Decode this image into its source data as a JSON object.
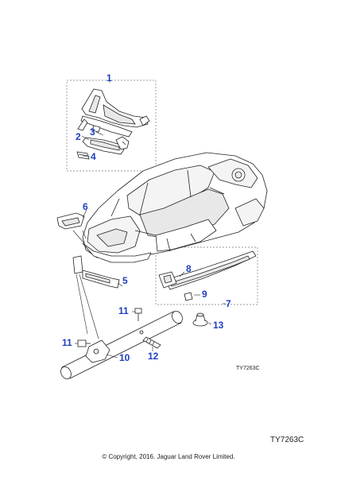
{
  "diagram": {
    "callouts": [
      {
        "id": "c1",
        "label": "1"
      },
      {
        "id": "c2",
        "label": "2"
      },
      {
        "id": "c3",
        "label": "3"
      },
      {
        "id": "c4",
        "label": "4"
      },
      {
        "id": "c5",
        "label": "5"
      },
      {
        "id": "c6",
        "label": "6"
      },
      {
        "id": "c7",
        "label": "7"
      },
      {
        "id": "c8",
        "label": "8"
      },
      {
        "id": "c9",
        "label": "9"
      },
      {
        "id": "c10",
        "label": "10"
      },
      {
        "id": "c11a",
        "label": "11"
      },
      {
        "id": "c11b",
        "label": "11"
      },
      {
        "id": "c12",
        "label": "12"
      },
      {
        "id": "c13",
        "label": "13"
      }
    ],
    "figure_code": "TY7263C",
    "reference_code": "TY7263C",
    "copyright": "© Copyright, 2016. Jaguar Land Rover Limited.",
    "colors": {
      "callout": "#1f3fbf",
      "line": "#222222",
      "dashed_box": "#777777",
      "highlight": "#e8e8e8"
    }
  }
}
